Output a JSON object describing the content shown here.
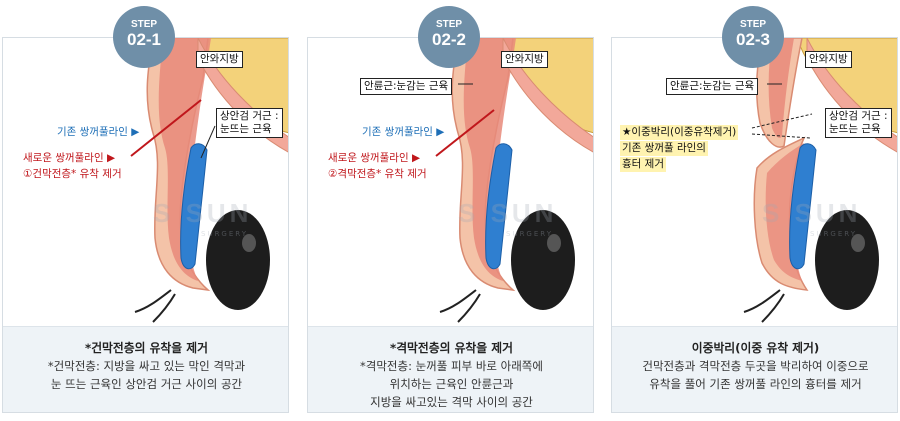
{
  "panels": [
    {
      "step_label": "STEP",
      "step_number": "02-1",
      "labels": {
        "fat": "안와지방",
        "levator": "상안검 거근 :\n눈뜨는 근육",
        "old_line": "기존 쌍꺼풀라인 ▶",
        "new_line": "새로운 쌍꺼풀라인 ▶",
        "removal": "①건막전층* 유착 제거"
      },
      "caption": {
        "title": "*건막전층의 유착을 제거",
        "line1": "*건막전층: 지방을 싸고 있는 막인 격막과",
        "line2": "눈 뜨는 근육인 상안검 거근 사이의 공간"
      }
    },
    {
      "step_label": "STEP",
      "step_number": "02-2",
      "labels": {
        "fat": "안와지방",
        "orbicularis": "안륜근:눈감는 근육",
        "old_line": "기존 쌍꺼풀라인 ▶",
        "new_line": "새로운 쌍꺼풀라인 ▶",
        "removal": "②격막전층* 유착 제거"
      },
      "caption": {
        "title": "*격막전층의 유착을 제거",
        "line1": "*격막전층: 눈꺼풀 피부 바로 아래쪽에",
        "line2": "위치하는 근육인 안륜근과",
        "line3": "지방을 싸고있는 격막 사이의 공간"
      }
    },
    {
      "step_label": "STEP",
      "step_number": "02-3",
      "labels": {
        "fat": "안와지방",
        "orbicularis": "안륜근:눈감는 근육",
        "levator": "상안검 거근 :\n눈뜨는 근육",
        "double_peel_1": "★이중박리(이중유착제거)",
        "double_peel_2": "기존 쌍꺼풀 라인의",
        "double_peel_3": "흉터 제거"
      },
      "caption": {
        "title": "이중박리(이중 유착 제거)",
        "line1": "건막전층과 격막전층 두곳을 박리하여 이중으로",
        "line2": "유착을 풀어 기존 쌍꺼풀 라인의 흉터를 제거"
      }
    }
  ],
  "watermark": {
    "text": "S SUN",
    "sub": "SURGERY"
  },
  "colors": {
    "badge": "#6f8fa8",
    "skin": "#f4c3a8",
    "muscle": "#e8897a",
    "fat": "#f3d27a",
    "levator_blue": "#2f7fd0",
    "label_blue": "#1e6fb7",
    "label_red": "#c0171c",
    "caption_bg": "#eef3f7",
    "highlight": "#fff3b0"
  }
}
